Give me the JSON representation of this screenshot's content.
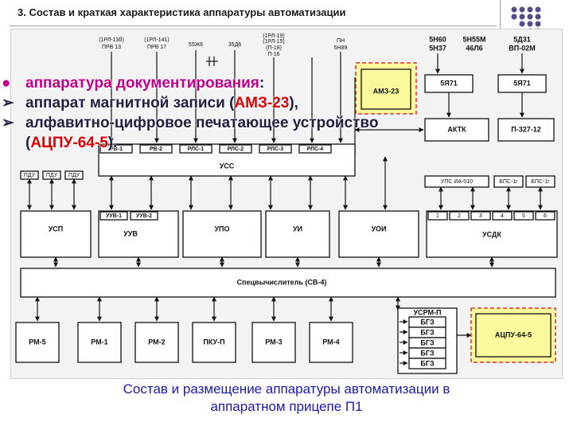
{
  "slide": {
    "title": "3. Состав и краткая характеристика аппаратуры автоматизации"
  },
  "bullets": {
    "b1_text": "аппаратура документирования",
    "b1_tail": ":",
    "b2_text": "аппарат магнитной записи (",
    "b2_highlight": "АМЗ-23",
    "b2_tail": "),",
    "b3_text": "алфавитно-цифровое печатающее устройство",
    "b4_open": "(",
    "b4_highlight": "АЦПУ-64-5",
    "b4_close": ")."
  },
  "diagram": {
    "top_labels": [
      "(1РЛ-13б)",
      "ПРВ 13",
      "(1РЛ-141)",
      "ПРВ 17",
      "55Ж6",
      "35Д6",
      "(1РЛ-19)",
      "(1РЛ-15)",
      "(П-18)",
      "П-16",
      "ПН",
      "5Н89",
      "5Н60",
      "5Н37",
      "5Н55М",
      "46Л6",
      "5Д31",
      "ВП-02М"
    ],
    "blocks": {
      "ams": "АМЗ-23",
      "b5ya71a": "5Я71",
      "b5ya71b": "5Я71",
      "aktk": "АКТК",
      "p327": "П-327-12",
      "rv1": "РВ-1",
      "rv2": "РВ-2",
      "rls1": "РЛС-1",
      "rls2": "РЛС-2",
      "rls3": "РЛС-3",
      "rls4": "РЛС-4",
      "uss": "УСС",
      "pdu1": "ПДУ",
      "pdu2": "ПДУ",
      "pdu3": "ПДУ",
      "upsia": "УПС ИА-010",
      "bps1": "БПС-1г",
      "bps2": "БПС-1г",
      "usp": "УСП",
      "uuv1": "УУВ-1",
      "uuv2": "УУВ-2",
      "uuv": "УУВ",
      "upo": "УПО",
      "ui": "УИ",
      "uoi": "УОИ",
      "usdk": "УСДК",
      "usdk_ports": [
        "1",
        "2",
        "3",
        "4",
        "5",
        "6"
      ],
      "sv4": "Спецвычислитель (СВ-4)",
      "rm5": "РМ-5",
      "rm1": "РМ-1",
      "rm2": "РМ-2",
      "pkup": "ПКУ-П",
      "rm3": "РМ-3",
      "rm4": "РМ-4",
      "usrm": "УСРМ-П",
      "bg": [
        "БГЗ",
        "БГЗ",
        "БГЗ",
        "БГЗ",
        "БГЗ"
      ],
      "acpu": "АЦПУ-64-5"
    }
  },
  "caption": {
    "line1": "Состав и размещение аппаратуры автоматизации в",
    "line2": "аппаратном прицепе П1"
  },
  "colors": {
    "bullet_text": "#c0008c",
    "highlight": "#dd0000",
    "caption": "#1a1ab0",
    "highlight_box_fill": "#fafa9c",
    "highlight_box_border": "#e03030",
    "logo_dots": "#5a4a8c"
  }
}
